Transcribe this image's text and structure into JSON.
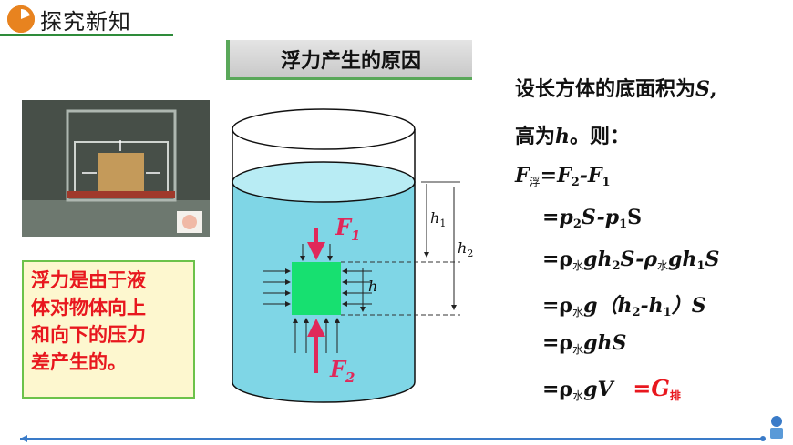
{
  "header": {
    "title": "探究新知"
  },
  "section": {
    "title": "浮力产生的原因"
  },
  "note": {
    "lines": [
      "浮力是由于液",
      "体对物体向上",
      "和向下的压力",
      "差产生的。"
    ]
  },
  "diagram": {
    "f1_label": "F",
    "f1_sub": "1",
    "f2_label": "F",
    "f2_sub": "2",
    "h1_label": "h",
    "h1_sub": "1",
    "h2_label": "h",
    "h2_sub": "2",
    "h_label": "h"
  },
  "formulas": {
    "line1": "设长方体的底面积为",
    "line1_var": "S",
    "line1_end": ",",
    "line2": "高为",
    "line2_var": "h",
    "line2_end": "。则：",
    "f_float": "F",
    "sub_float": "浮",
    "eq1_rest": "=F",
    "sub2": "2",
    "minus_f": "-F",
    "sub1": "1",
    "p2": "=p",
    "p2_sub": "2",
    "p2_s": "S-p",
    "p1_sub": "1",
    "p1_s": "S",
    "rho": "=ρ",
    "water": "水",
    "gh2": "gh",
    "gh2_sub": "2",
    "s_minus_rho": "S-ρ",
    "gh1": "gh",
    "gh1_sub": "1",
    "s_end": "S",
    "g_paren": "g（h",
    "h2_sub": "2",
    "minus_h1": "-h",
    "h1_sub": "1",
    "paren_s": "）S",
    "ghs": "ghS",
    "gv": "gV",
    "equals_g": "=G",
    "pai": "排"
  }
}
